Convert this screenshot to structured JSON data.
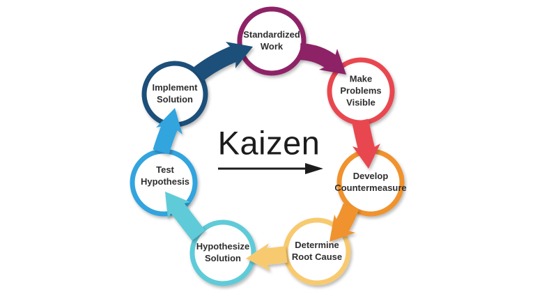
{
  "title": "Kaizen continuous improvement cycle",
  "center": {
    "label": "Kaizen",
    "text_color": "#1c1c1c",
    "arrow_color": "#1c1c1c"
  },
  "steps": [
    {
      "id": "standardized-work",
      "label": "Standardized\nWork",
      "color": "#8e2066"
    },
    {
      "id": "make-problems-visible",
      "label": "Make\nProblems\nVisible",
      "color": "#e9474f"
    },
    {
      "id": "develop-countermeasure",
      "label": "Develop\nCountermeasure",
      "color": "#f0922d"
    },
    {
      "id": "determine-root-cause",
      "label": "Determine\nRoot Cause",
      "color": "#f8ca70"
    },
    {
      "id": "hypothesize-solution",
      "label": "Hypothesize\nSolution",
      "color": "#5fcbd8"
    },
    {
      "id": "test-hypothesis",
      "label": "Test\nHypothesis",
      "color": "#33a4de"
    },
    {
      "id": "implement-solution",
      "label": "Implement\nSolution",
      "color": "#1b4f7a"
    }
  ],
  "style": {
    "background": "#ffffff",
    "circle_fill": "#ffffff",
    "label_text_color": "#2e2e2e"
  }
}
